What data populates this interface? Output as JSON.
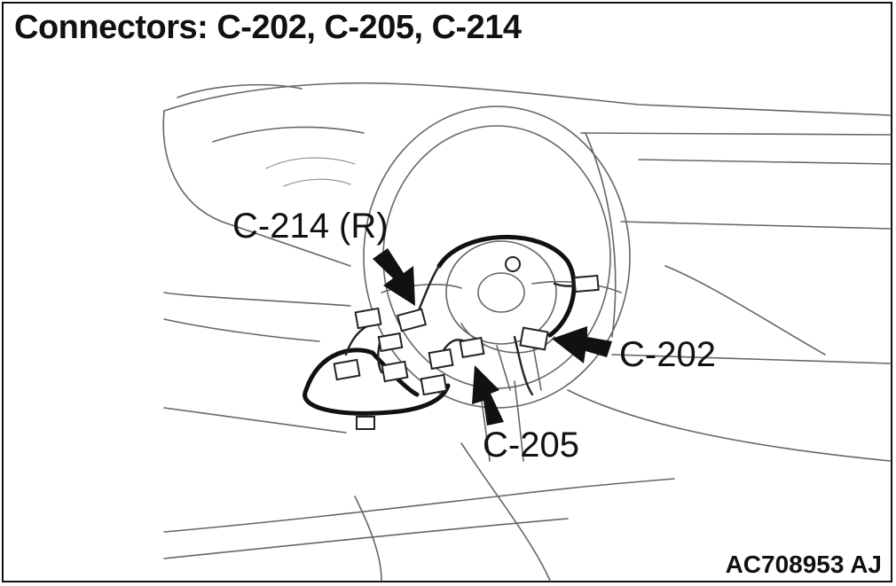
{
  "title": "Connectors: C-202, C-205, C-214",
  "figure_id": "AC708953 AJ",
  "callouts": {
    "c214": "C-214 (R)",
    "c202": "C-202",
    "c205": "C-205"
  },
  "colors": {
    "ink": "#111111",
    "line": "#666666",
    "background": "#ffffff"
  }
}
